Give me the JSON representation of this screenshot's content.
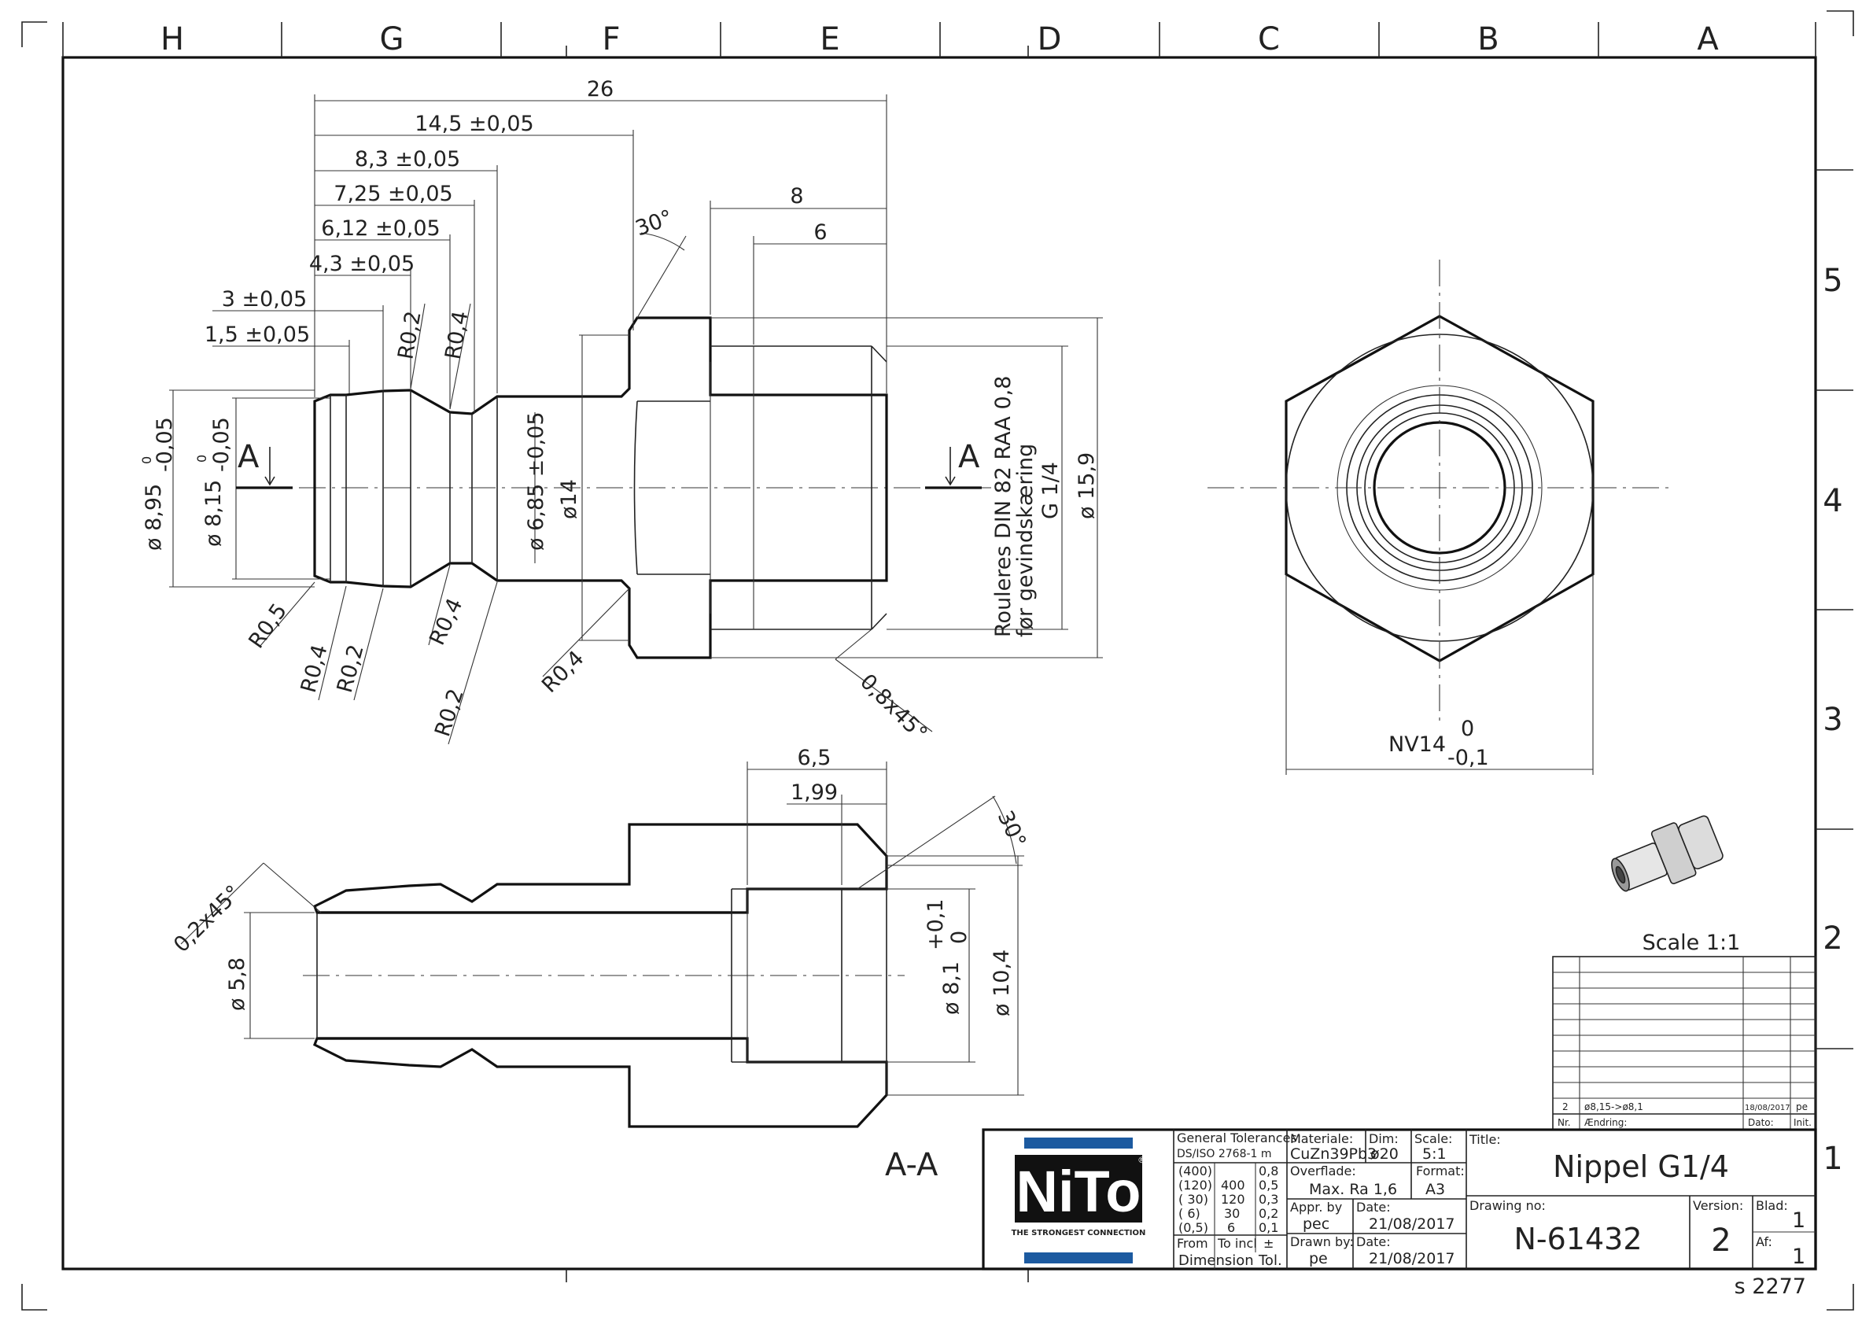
{
  "frame": {
    "columns": [
      "H",
      "G",
      "F",
      "E",
      "D",
      "C",
      "B",
      "A"
    ],
    "rows": [
      "5",
      "4",
      "3",
      "2",
      "1"
    ]
  },
  "top_view": {
    "dims_horizontal": [
      "26",
      "14,5 ±0,05",
      "8,3 ±0,05",
      "7,25 ±0,05",
      "6,12 ±0,05",
      "4,3 ±0,05",
      "3 ±0,05",
      "1,5 ±0,05",
      "8",
      "6"
    ],
    "angle": "30°",
    "radii_top": [
      "R0,2",
      "R0,4"
    ],
    "radii_bottom": [
      "R0,5",
      "R0,4",
      "R0,2",
      "R0,4",
      "R0,2",
      "R0,4"
    ],
    "chamfer": "0,8x45°",
    "dims_vertical": {
      "d895": "ø 8,95",
      "d895_tol_upper": "0",
      "d895_tol_lower": "-0,05",
      "d815": "ø 8,15",
      "d815_tol_upper": "0",
      "d815_tol_lower": "-0,05",
      "d685": "ø 6,85 ±0,05",
      "d14": "ø14",
      "d159": "ø 15,9"
    },
    "section_mark": "A",
    "note_line1": "Rouleres DIN 82 RAA 0,8",
    "note_line2": "før gevindskæring",
    "note_line3": "G 1/4"
  },
  "end_view": {
    "nv_label": "NV14",
    "nv_tol_upper": "0",
    "nv_tol_lower": "-0,1"
  },
  "section_view": {
    "dims_horizontal": [
      "6,5",
      "1,99"
    ],
    "angle": "30°",
    "chamfer": "0,2x45°",
    "d58": "ø 5,8",
    "d81": "ø 8,1",
    "d81_tol_upper": "+0,1",
    "d81_tol_lower": "0",
    "d104": "ø 10,4",
    "label": "A-A"
  },
  "iso_view": {
    "scale_label": "Scale 1:1"
  },
  "revision_table": {
    "row_nr": "2",
    "row_change": "ø8,15->ø8,1",
    "row_date": "18/08/2017",
    "row_init": "pe",
    "head_nr": "Nr.",
    "head_change": "Ændring:",
    "head_date": "Dato:",
    "head_init": "Init."
  },
  "title_block": {
    "logo_text": "NiTo",
    "logo_reg": "®",
    "logo_tagline": "THE STRONGEST CONNECTION",
    "general_tolerances_label": "General Tolerances:",
    "general_tolerances_std": "DS/ISO 2768-1 m",
    "tol_table": [
      [
        "(400)",
        "",
        "0,8"
      ],
      [
        "(120)",
        "400",
        "0,5"
      ],
      [
        "( 30)",
        "120",
        "0,3"
      ],
      [
        "( 6)",
        "30",
        "0,2"
      ],
      [
        "(0,5)",
        "6",
        "0,1"
      ]
    ],
    "tol_from": "From",
    "tol_to": "To incl",
    "tol_pm": "±",
    "tol_dimension": "Dimension",
    "tol_tol": "Tol.",
    "material_label": "Materiale:",
    "material_value": "CuZn39Pb3",
    "dim_label": "Dim:",
    "dim_value": "ø20",
    "scale_label": "Scale:",
    "scale_value": "5:1",
    "surface_label": "Overflade:",
    "surface_value": "Max. Ra 1,6",
    "format_label": "Format:",
    "format_value": "A3",
    "appr_label": "Appr. by",
    "appr_value": "pec",
    "appr_date_label": "Date:",
    "appr_date_value": "21/08/2017",
    "drawn_label": "Drawn by:",
    "drawn_value": "pe",
    "drawn_date_label": "Date:",
    "drawn_date_value": "21/08/2017",
    "title_label": "Title:",
    "title_value": "Nippel G1/4",
    "drawing_no_label": "Drawing no:",
    "drawing_no_value": "N-61432",
    "version_label": "Version:",
    "version_value": "2",
    "blad_label": "Blad:",
    "blad_value": "1",
    "af_label": "Af:",
    "af_value": "1"
  },
  "sheet_code": "s 2277"
}
